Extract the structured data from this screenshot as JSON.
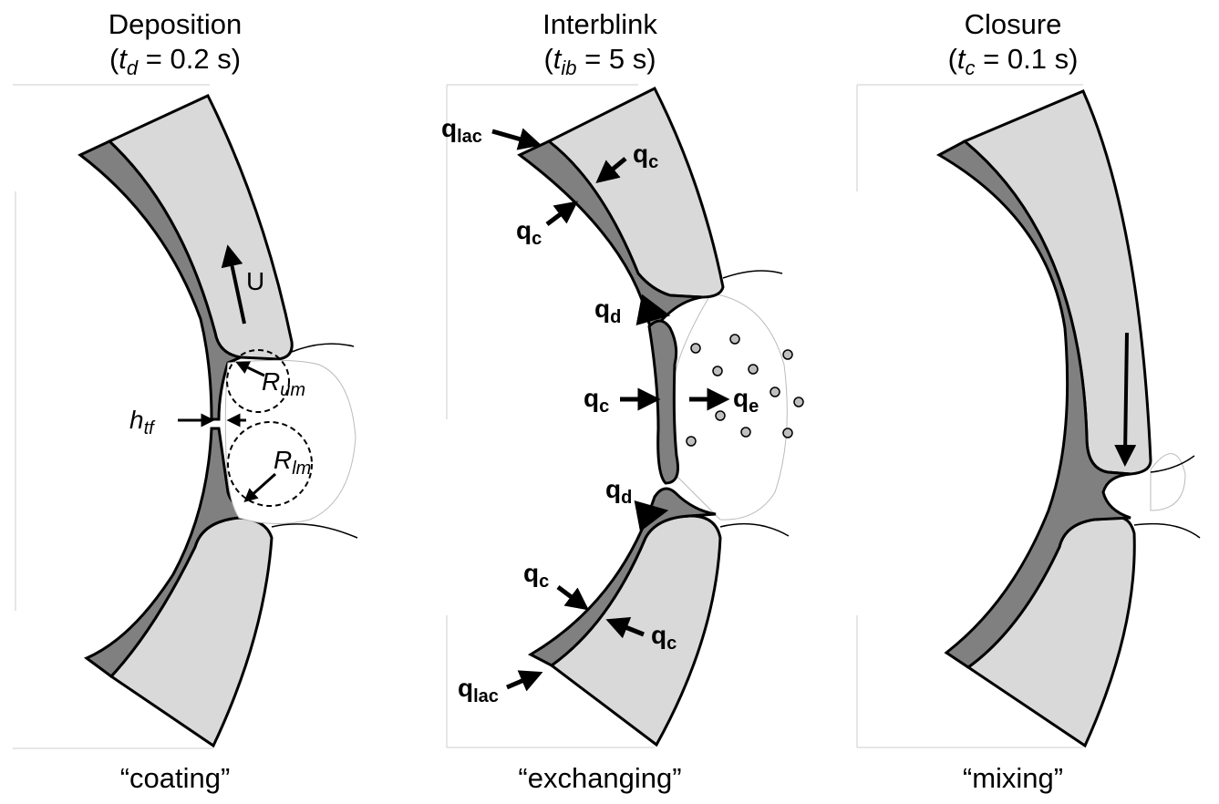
{
  "panels": [
    {
      "title": "Deposition",
      "timing_var": "t",
      "timing_sub": "d",
      "timing_value": " = 0.2 s",
      "caption": "“coating”",
      "labels": {
        "velocity": "U",
        "film_var": "h",
        "film_sub": "tf",
        "upper_meniscus_var": "R",
        "upper_meniscus_sub": "um",
        "lower_meniscus_var": "R",
        "lower_meniscus_sub": "lm"
      }
    },
    {
      "title": "Interblink",
      "timing_var": "t",
      "timing_sub": "ib",
      "timing_value": " = 5 s",
      "caption": "“exchanging”",
      "labels": {
        "q": "q",
        "lac": "lac",
        "c": "c",
        "d": "d",
        "e": "e"
      }
    },
    {
      "title": "Closure",
      "timing_var": "t",
      "timing_sub": "c",
      "timing_value": " = 0.1 s",
      "caption": "“mixing”"
    }
  ],
  "colors": {
    "lid": "#d9d9d9",
    "tear": "#808080",
    "outline": "#000000",
    "particle": "#bfbfbf"
  }
}
